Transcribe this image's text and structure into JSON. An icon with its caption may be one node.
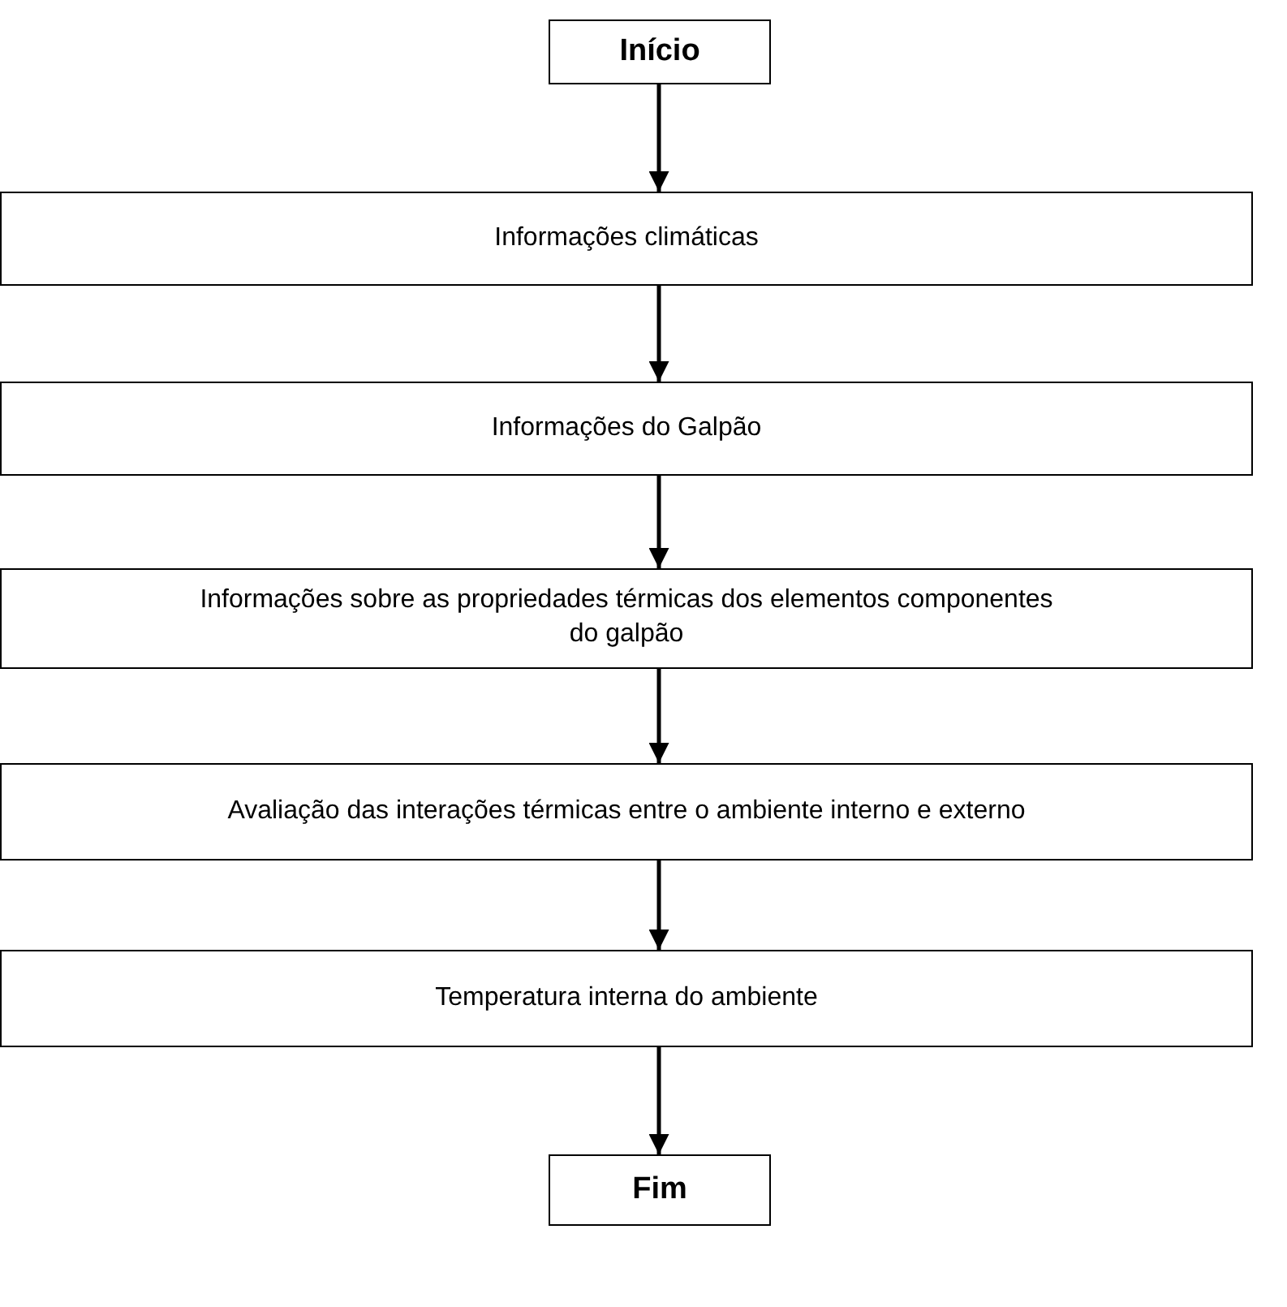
{
  "diagram": {
    "nodes": [
      {
        "text": [
          "Início"
        ]
      },
      {
        "text": [
          "Informações climáticas"
        ]
      },
      {
        "text": [
          "Informações do Galpão"
        ]
      },
      {
        "text": [
          "Informações sobre as propriedades térmicas dos elementos componentes do galpão"
        ]
      },
      {
        "text": [
          "Avaliação das interações térmicas entre o ambiente interno e externo"
        ]
      },
      {
        "text": [
          "Temperatura interna do ambiente"
        ]
      },
      {
        "text": [
          "Fim"
        ]
      }
    ],
    "edges": [
      {
        "from": 0,
        "to": 1,
        "arrow": "to"
      },
      {
        "from": 1,
        "to": 2,
        "arrow": "to"
      },
      {
        "from": 2,
        "to": 3,
        "arrow": "to"
      },
      {
        "from": 3,
        "to": 4,
        "arrow": "to"
      },
      {
        "from": 4,
        "to": 5,
        "arrow": "to"
      },
      {
        "from": 5,
        "to": 6,
        "arrow": "to"
      }
    ]
  }
}
